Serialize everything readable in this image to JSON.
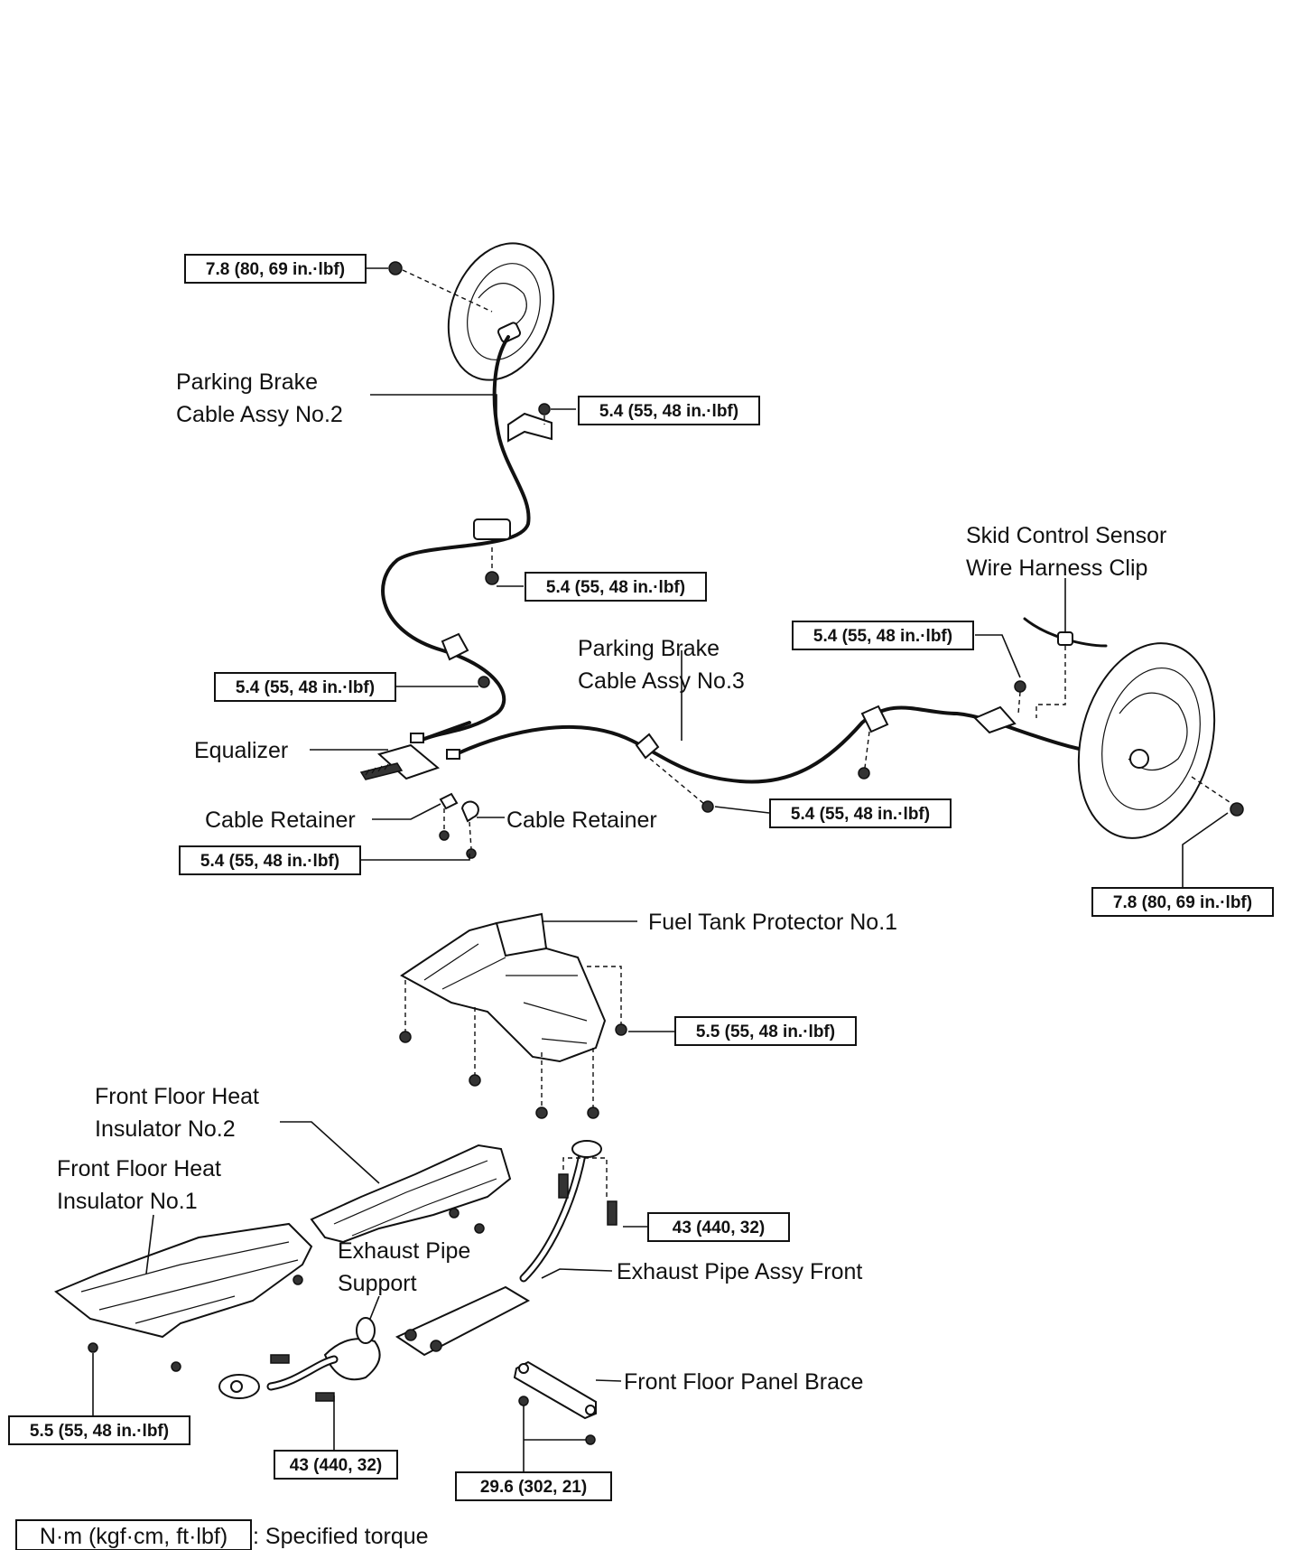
{
  "labels": {
    "pb_cable_no2_line1": "Parking Brake",
    "pb_cable_no2_line2": "Cable Assy No.2",
    "pb_cable_no3_line1": "Parking Brake",
    "pb_cable_no3_line2": "Cable Assy No.3",
    "skid_sensor_line1": "Skid Control Sensor",
    "skid_sensor_line2": "Wire Harness Clip",
    "equalizer": "Equalizer",
    "cable_retainer_left": "Cable Retainer",
    "cable_retainer_right": "Cable Retainer",
    "fuel_tank_protector": "Fuel Tank Protector No.1",
    "heat_ins_no2_line1": "Front Floor Heat",
    "heat_ins_no2_line2": "Insulator No.2",
    "heat_ins_no1_line1": "Front Floor Heat",
    "heat_ins_no1_line2": "Insulator No.1",
    "exhaust_support_line1": "Exhaust Pipe",
    "exhaust_support_line2": "Support",
    "exhaust_pipe_front": "Exhaust Pipe Assy Front",
    "floor_brace": "Front Floor Panel Brace"
  },
  "torques": {
    "t_backplate_left": "7.8 (80, 69 in.·lbf)",
    "t_bracket_upper": "5.4 (55, 48 in.·lbf)",
    "t_bracket_mid": "5.4 (55, 48 in.·lbf)",
    "t_bracket_lower": "5.4 (55, 48 in.·lbf)",
    "t_bracket_right_top": "5.4 (55, 48 in.·lbf)",
    "t_bracket_right_low": "5.4 (55, 48 in.·lbf)",
    "t_retainer": "5.4 (55, 48 in.·lbf)",
    "t_backplate_right": "7.8 (80, 69 in.·lbf)",
    "t_fuel_protector": "5.5 (55, 48 in.·lbf)",
    "t_pipe_rear": "43 (440, 32)",
    "t_heat_insulator": "5.5 (55, 48 in.·lbf)",
    "t_pipe_front": "43 (440, 32)",
    "t_brace": "29.6 (302, 21)"
  },
  "legend": {
    "unit_box": "N·m (kgf·cm, ft·lbf)",
    "description": ": Specified torque"
  }
}
